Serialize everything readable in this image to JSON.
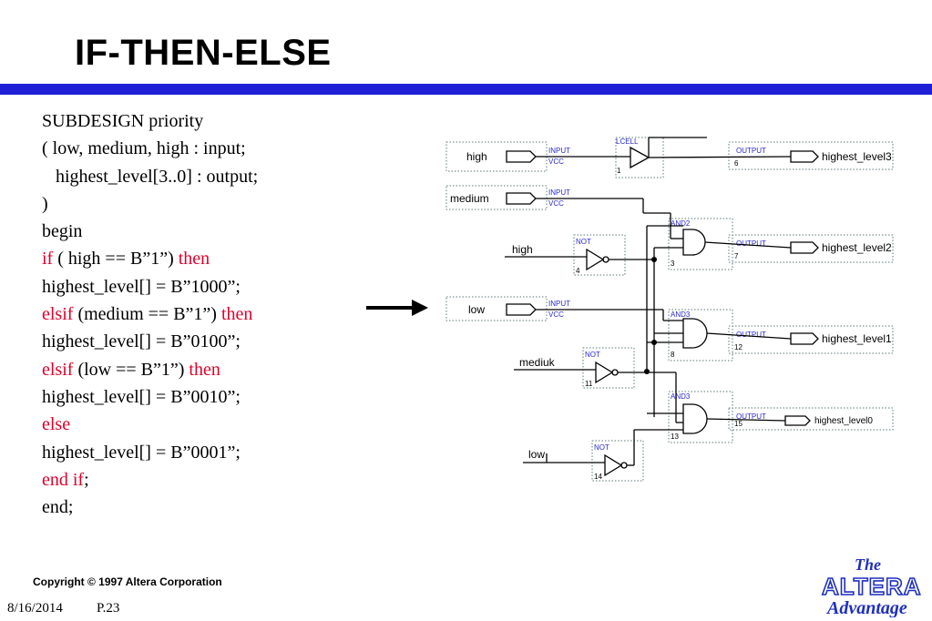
{
  "title": "IF-THEN-ELSE",
  "code": [
    [
      {
        "t": "SUBDESIGN priority"
      }
    ],
    [
      {
        "t": "( low, medium, high : input;"
      }
    ],
    [
      {
        "t": "   highest_level[3..0] : output;"
      }
    ],
    [
      {
        "t": ")"
      }
    ],
    [
      {
        "t": "begin"
      }
    ],
    [
      {
        "t": "if",
        "kw": true
      },
      {
        "t": " ( high == B”1”) "
      },
      {
        "t": "then",
        "kw": true
      }
    ],
    [
      {
        "t": "highest_level[] = B”1000”;"
      }
    ],
    [
      {
        "t": "elsif",
        "kw": true
      },
      {
        "t": " (medium == B”1”) "
      },
      {
        "t": "then",
        "kw": true
      }
    ],
    [
      {
        "t": "highest_level[] = B”0100”;"
      }
    ],
    [
      {
        "t": "elsif",
        "kw": true
      },
      {
        "t": " (low == B”1”) "
      },
      {
        "t": "then",
        "kw": true
      }
    ],
    [
      {
        "t": "highest_level[] = B”0010”;"
      }
    ],
    [
      {
        "t": "else",
        "kw": true
      }
    ],
    [
      {
        "t": "highest_level[] = B”0001”;"
      }
    ],
    [
      {
        "t": "end if",
        "kw": true
      },
      {
        "t": ";"
      }
    ],
    [
      {
        "t": "end;"
      }
    ]
  ],
  "schematic": {
    "inputs": {
      "high": "high",
      "medium": "medium",
      "low": "low"
    },
    "input_tag": "INPUT",
    "vcc_tag": "VCC",
    "output_tag": "OUTPUT",
    "lcell_tag": "LCELL",
    "not_tag": "NOT",
    "and2_tag": "AND2",
    "and3_tag": "AND3",
    "wire_labels": {
      "high": "high",
      "mediuk": "mediuk",
      "low": "low"
    },
    "outputs": [
      "highest_level3",
      "highest_level2",
      "highest_level1",
      "highest_level0"
    ],
    "numbers": [
      "1",
      "6",
      "4",
      "3",
      "7",
      "8",
      "12",
      "11",
      "13",
      "15",
      "14"
    ]
  },
  "footer": {
    "copyright": "Copyright © 1997 Altera Corporation",
    "date": "8/16/2014",
    "page": "P.23"
  },
  "logo": {
    "the": "The",
    "altera": "ALTERA",
    "advantage": "Advantage"
  },
  "colors": {
    "title_bar": "#1f1fd6",
    "keyword": "#e0002a",
    "schematic_tag": "#2a2ad0",
    "logo": "#1f2fc0"
  }
}
